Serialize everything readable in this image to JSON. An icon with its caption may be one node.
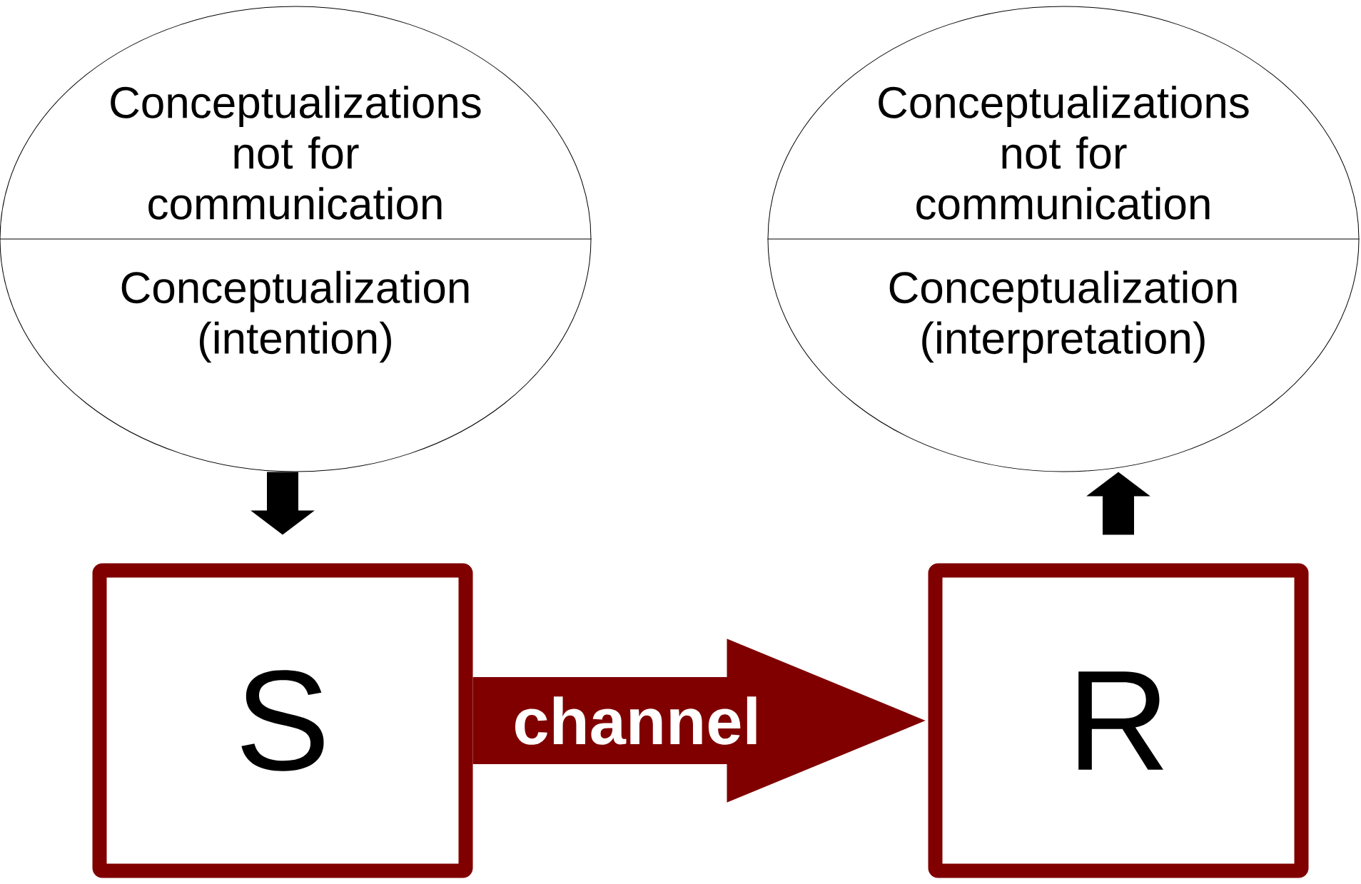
{
  "diagram": {
    "nodes": [
      {
        "text": [
          "Conceptualizations not for communication",
          "Conceptualization (intention)"
        ]
      },
      {
        "text": [
          "Conceptualizations not for communication",
          "Conceptualization (interpretation)"
        ]
      },
      {
        "text": [
          "S"
        ]
      },
      {
        "text": [
          "R"
        ]
      }
    ],
    "edges": [
      {
        "from": 0,
        "to": 2,
        "arrow": "to"
      },
      {
        "from": 3,
        "to": 1,
        "arrow": "to"
      },
      {
        "from": 2,
        "to": 3,
        "arrow": "to",
        "label": "channel",
        "style": "thick",
        "color": "#800000"
      }
    ]
  }
}
